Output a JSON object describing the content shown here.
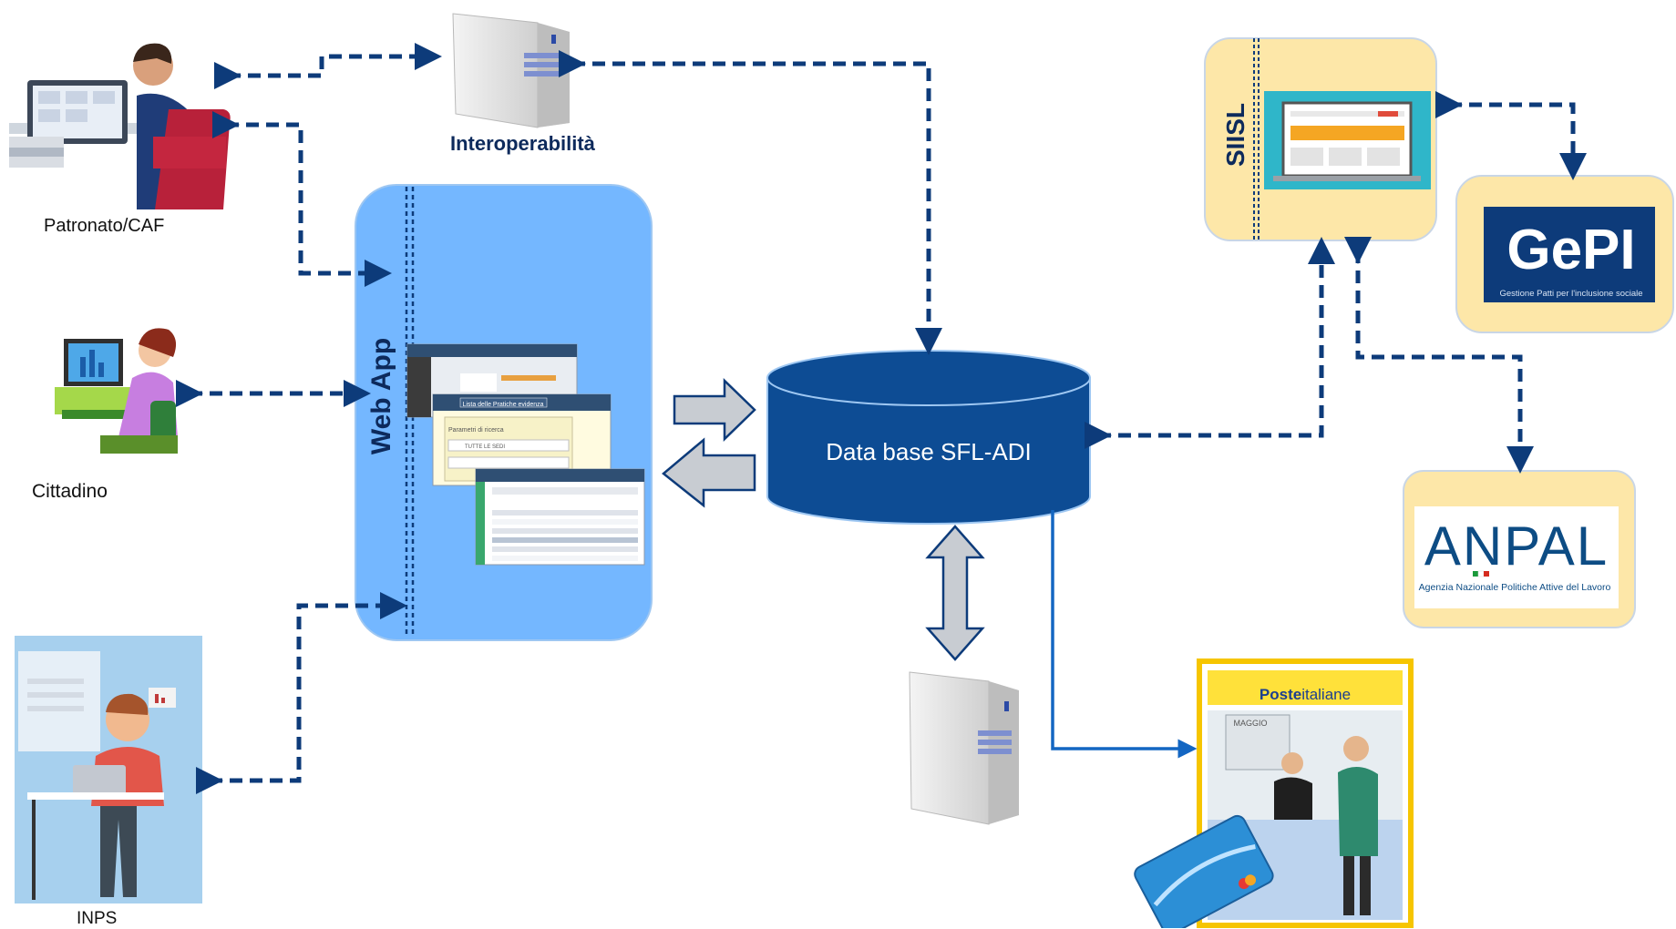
{
  "nodes": {
    "patronato": {
      "label": "Patronato/CAF"
    },
    "interop": {
      "label": "Interoperabilità"
    },
    "cittadino": {
      "label": "Cittadino"
    },
    "inps": {
      "label": "INPS"
    },
    "webapp": {
      "label": "Web App",
      "screens": [
        "Lista delle Pratiche evidenza",
        "Parametri di ricerca",
        "TUTTE LE SEDI"
      ]
    },
    "database": {
      "label": "Data base SFL-ADI"
    },
    "siisl": {
      "label": "SIISL"
    },
    "gepi": {
      "logo_text": "GePI",
      "subtitle": "Gestione Patti per l'inclusione sociale"
    },
    "anpal": {
      "logo_text": "ANPAL",
      "subtitle": "Agenzia Nazionale Politiche Attive del Lavoro"
    },
    "poste": {
      "logo_bold": "Poste",
      "logo_regular": "italiane",
      "sign": "MAGGIO"
    }
  },
  "colors": {
    "arrow": "#0d3b7a",
    "db_fill": "#0d4c94",
    "webapp_fill": "#74b7ff",
    "siisl_fill": "#fde7a8",
    "poste_border": "#f6c500",
    "gray_arrow": "#c8ccd2"
  }
}
